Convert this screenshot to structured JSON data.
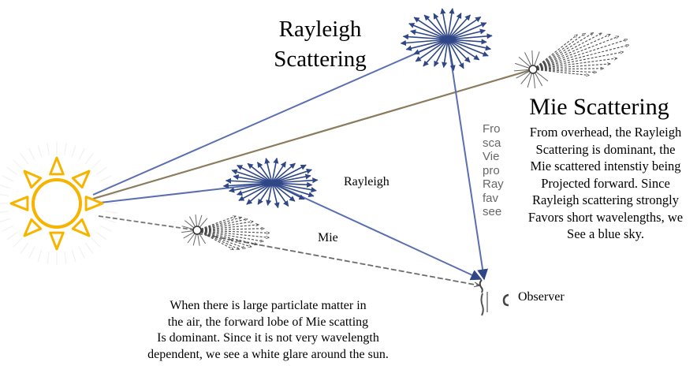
{
  "colors": {
    "ray": "#2f4687",
    "ray_light": "#5a6fb0",
    "sun": "#f6b400",
    "mie_stroke": "#4a4a4a",
    "sun_glow": "#f0f0f0"
  },
  "title_rayleigh": [
    "Rayleigh",
    "Scattering"
  ],
  "title_mie": "Mie Scattering",
  "mie_description": [
    "From overhead, the Rayleigh",
    "Scattering is dominant, the",
    "Mie scattered intenstiy being",
    "Projected forward. Since",
    "Rayleigh scattering strongly",
    "Favors short wavelengths, we",
    "See a blue sky."
  ],
  "label_rayleigh": "Rayleigh",
  "label_mie": "Mie",
  "label_observer": "Observer",
  "bottom_description": [
    "When there is large particlate matter in",
    "the air, the forward lobe of Mie scatting",
    "Is dominant. Since it is not very wavelength",
    "dependent, we see a white glare around the sun."
  ],
  "overlapped_fragments": [
    "Fro",
    "sca",
    "Vie",
    "pro",
    "Ray",
    "fav",
    "see"
  ],
  "icons": {
    "sun": "sun-icon",
    "observer": "observer-figure-icon",
    "rayleigh_pattern": "rayleigh-scatter-icon",
    "mie_pattern": "mie-scatter-icon"
  }
}
